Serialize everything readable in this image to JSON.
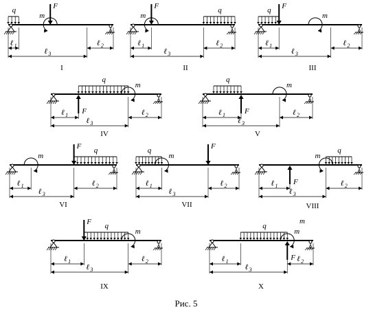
{
  "labels": {
    "q": "q",
    "m": "m",
    "F": "F",
    "l": "ℓ",
    "s1": "1",
    "s2": "2",
    "s3": "3"
  },
  "caption": "Рис. 5",
  "stray_label": "m",
  "panels": [
    {
      "id": "I",
      "numeral": "I",
      "q": [
        0,
        0.1
      ],
      "m": 0.4,
      "m_dir": "ccw",
      "F": 0.4,
      "F_dir": "down",
      "l1": 0.1,
      "l2": 0.75
    },
    {
      "id": "II",
      "numeral": "II",
      "q": [
        0.7,
        1.0
      ],
      "m": 0.2,
      "m_dir": "ccw",
      "F": 0.2,
      "F_dir": "down",
      "l1": 0.2,
      "l2": 0.7
    },
    {
      "id": "III",
      "numeral": "III",
      "q": [
        0,
        0.2
      ],
      "m": 0.55,
      "m_dir": "cw",
      "F": 0.2,
      "F_dir": "down",
      "l1": 0.2,
      "l2": 0.7
    },
    {
      "id": "IV",
      "numeral": "IV",
      "q": [
        0.25,
        0.7
      ],
      "m": 0.7,
      "m_dir": "cw",
      "F": 0.25,
      "F_dir": "up",
      "l1": 0.25,
      "l2": 0.7
    },
    {
      "id": "V",
      "numeral": "V",
      "q": [
        0.1,
        0.35
      ],
      "m": 0.7,
      "m_dir": "cw",
      "F": 0.35,
      "F_dir": "up",
      "l1": 0.35,
      "l2": 0.7
    },
    {
      "id": "VI",
      "numeral": "VI",
      "q": [
        0.6,
        1.0
      ],
      "m": 0.2,
      "m_dir": "cw",
      "F": 0.6,
      "F_dir": "down",
      "l1": 0.2,
      "l2": 0.6
    },
    {
      "id": "VII",
      "numeral": "VII",
      "q": [
        0,
        0.25
      ],
      "m": 0.25,
      "m_dir": "cw",
      "F": 0.7,
      "F_dir": "down",
      "l1": 0.25,
      "l2": 0.7
    },
    {
      "id": "VIII",
      "numeral": "VIII",
      "q": [
        0.65,
        0.9
      ],
      "m": 0.65,
      "m_dir": "ccw",
      "F": 0.3,
      "F_dir": "up",
      "l1": 0.3,
      "l2": 0.65
    },
    {
      "id": "IX",
      "numeral": "IX",
      "q": [
        0.3,
        0.7
      ],
      "m": 0.7,
      "m_dir": "cw",
      "F": 0.3,
      "F_dir": "down",
      "l1": 0.3,
      "l2": 0.7
    },
    {
      "id": "X",
      "numeral": "X",
      "q": [
        0.3,
        0.75
      ],
      "m": 0.75,
      "m_dir": "cw",
      "F": 0.75,
      "F_dir": "up",
      "l1": 0.3,
      "l2": 0.75
    }
  ]
}
